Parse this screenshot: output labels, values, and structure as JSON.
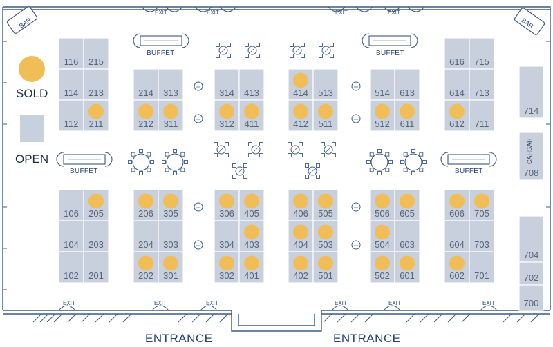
{
  "legend": {
    "sold_label": "SOLD",
    "open_label": "OPEN",
    "sold_color": "#f1bd56",
    "open_color": "#c7d0dc"
  },
  "labels": {
    "entrance": "ENTRANCE",
    "exit": "EXIT",
    "buffet": "BUFFET",
    "bar": "BAR",
    "cahsah": "CAHSAH"
  },
  "booths": [
    {
      "id": "116",
      "sold": false
    },
    {
      "id": "215",
      "sold": false
    },
    {
      "id": "114",
      "sold": false
    },
    {
      "id": "213",
      "sold": false
    },
    {
      "id": "112",
      "sold": false
    },
    {
      "id": "211",
      "sold": true
    },
    {
      "id": "214",
      "sold": false
    },
    {
      "id": "313",
      "sold": false
    },
    {
      "id": "212",
      "sold": true
    },
    {
      "id": "311",
      "sold": true
    },
    {
      "id": "314",
      "sold": false
    },
    {
      "id": "413",
      "sold": false
    },
    {
      "id": "312",
      "sold": true
    },
    {
      "id": "411",
      "sold": true
    },
    {
      "id": "414",
      "sold": true
    },
    {
      "id": "513",
      "sold": false
    },
    {
      "id": "412",
      "sold": true
    },
    {
      "id": "511",
      "sold": true
    },
    {
      "id": "514",
      "sold": false
    },
    {
      "id": "613",
      "sold": false
    },
    {
      "id": "512",
      "sold": true
    },
    {
      "id": "611",
      "sold": true
    },
    {
      "id": "616",
      "sold": false
    },
    {
      "id": "715",
      "sold": false
    },
    {
      "id": "614",
      "sold": false
    },
    {
      "id": "713",
      "sold": false
    },
    {
      "id": "612",
      "sold": true
    },
    {
      "id": "711",
      "sold": false
    },
    {
      "id": "714",
      "sold": false
    },
    {
      "id": "708",
      "sold": false
    },
    {
      "id": "106",
      "sold": false
    },
    {
      "id": "205",
      "sold": true
    },
    {
      "id": "104",
      "sold": false
    },
    {
      "id": "203",
      "sold": false
    },
    {
      "id": "102",
      "sold": false
    },
    {
      "id": "201",
      "sold": false
    },
    {
      "id": "206",
      "sold": true
    },
    {
      "id": "305",
      "sold": true
    },
    {
      "id": "204",
      "sold": false
    },
    {
      "id": "303",
      "sold": false
    },
    {
      "id": "202",
      "sold": true
    },
    {
      "id": "301",
      "sold": true
    },
    {
      "id": "306",
      "sold": true
    },
    {
      "id": "405",
      "sold": true
    },
    {
      "id": "304",
      "sold": false
    },
    {
      "id": "403",
      "sold": true
    },
    {
      "id": "302",
      "sold": true
    },
    {
      "id": "401",
      "sold": true
    },
    {
      "id": "406",
      "sold": true
    },
    {
      "id": "505",
      "sold": true
    },
    {
      "id": "404",
      "sold": true
    },
    {
      "id": "503",
      "sold": true
    },
    {
      "id": "402",
      "sold": true
    },
    {
      "id": "501",
      "sold": true
    },
    {
      "id": "506",
      "sold": true
    },
    {
      "id": "605",
      "sold": true
    },
    {
      "id": "504",
      "sold": true
    },
    {
      "id": "603",
      "sold": false
    },
    {
      "id": "502",
      "sold": true
    },
    {
      "id": "601",
      "sold": true
    },
    {
      "id": "606",
      "sold": true
    },
    {
      "id": "705",
      "sold": true
    },
    {
      "id": "604",
      "sold": false
    },
    {
      "id": "703",
      "sold": false
    },
    {
      "id": "602",
      "sold": true
    },
    {
      "id": "701",
      "sold": false
    },
    {
      "id": "704",
      "sold": false
    },
    {
      "id": "702",
      "sold": false
    },
    {
      "id": "700",
      "sold": false
    }
  ]
}
